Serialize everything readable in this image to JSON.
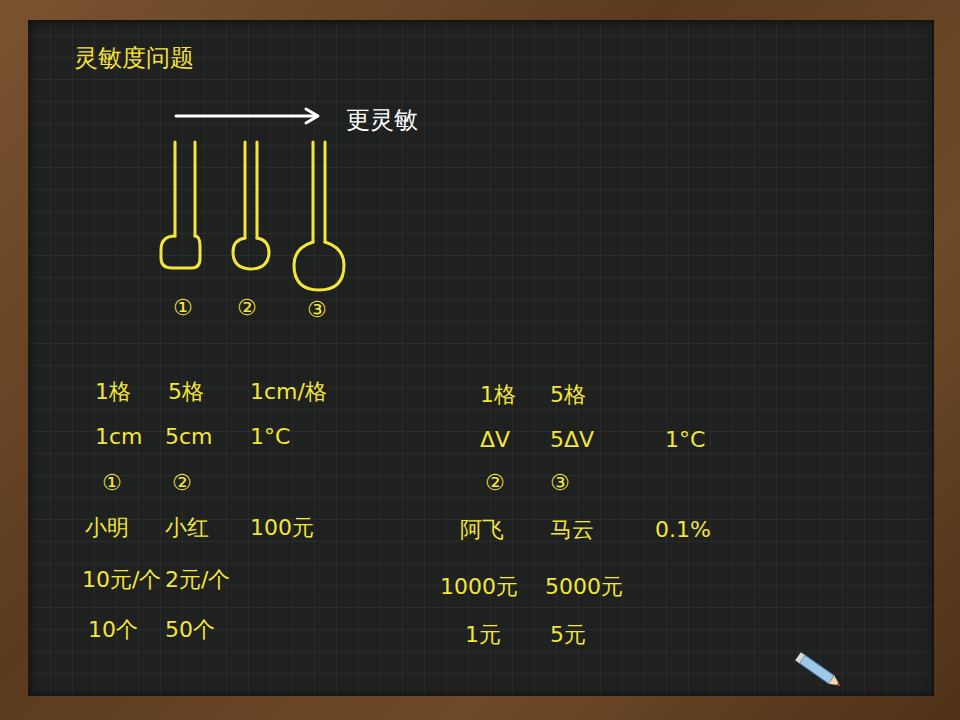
{
  "diagram": {
    "title": "灵敏度问题",
    "labels": [
      "更灵敏",
      "①",
      "②",
      "③",
      "1格",
      "5格",
      "1cm/格",
      "1cm",
      "5cm",
      "1°C",
      "①",
      "②",
      "小明",
      "小红",
      "100元",
      "10元/个",
      "2元/个",
      "10个",
      "50个",
      "1格",
      "5格",
      "ΔV",
      "5ΔV",
      "1°C",
      "②",
      "③",
      "阿飞",
      "马云",
      "0.1%",
      "1000元",
      "5000元",
      "1元",
      "5元"
    ]
  }
}
